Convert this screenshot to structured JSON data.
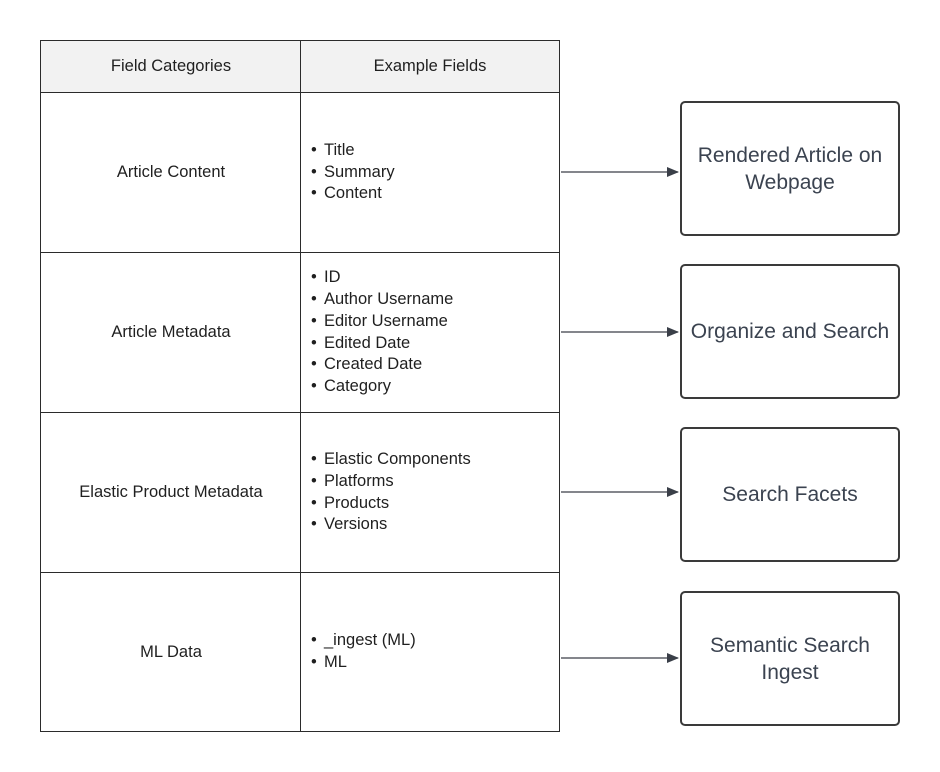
{
  "table": {
    "header": {
      "col1": "Field Categories",
      "col2": "Example Fields"
    },
    "rows": [
      {
        "category": "Article Content",
        "fields": [
          "Title",
          "Summary",
          "Content"
        ]
      },
      {
        "category": "Article Metadata",
        "fields": [
          "ID",
          "Author Username",
          "Editor Username",
          "Edited Date",
          "Created Date",
          "Category"
        ]
      },
      {
        "category": "Elastic Product Metadata",
        "fields": [
          "Elastic Components",
          "Platforms",
          "Products",
          "Versions"
        ]
      },
      {
        "category": "ML Data",
        "fields": [
          "_ingest (ML)",
          "ML"
        ]
      }
    ]
  },
  "outputs": [
    "Rendered Article on Webpage",
    "Organize and Search",
    "Search Facets",
    "Semantic Search Ingest"
  ],
  "colors": {
    "line": "#2b2b2b",
    "header_bg": "#f2f2f2",
    "box_text": "#3b4350",
    "arrow": "#3a3f48"
  }
}
